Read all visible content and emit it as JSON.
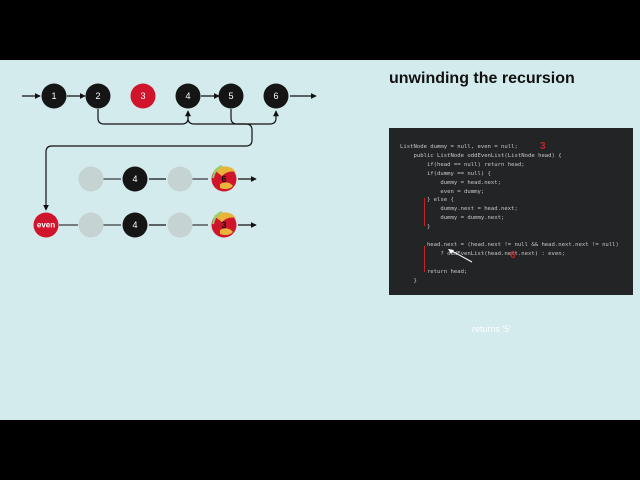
{
  "title": "unwinding the recursion",
  "colors": {
    "background": "#d3ebec",
    "node_dark": "#151515",
    "node_red": "#d0142b",
    "node_faded": "#c6d3d3",
    "code_bg": "#222426",
    "accent": "#c0242c"
  },
  "top_list": {
    "nodes": [
      {
        "label": "1",
        "color": "dark"
      },
      {
        "label": "2",
        "color": "dark"
      },
      {
        "label": "3",
        "color": "red"
      },
      {
        "label": "4",
        "color": "dark"
      },
      {
        "label": "5",
        "color": "dark"
      },
      {
        "label": "6",
        "color": "dark"
      }
    ]
  },
  "odd_row": {
    "label": "",
    "nodes": [
      {
        "label": "4",
        "color": "dark"
      }
    ],
    "highlight_label": "6"
  },
  "even_row": {
    "label": "even",
    "nodes": [
      {
        "label": "4",
        "color": "dark"
      }
    ],
    "highlight_label": "3"
  },
  "code": {
    "lines": [
      "ListNode dummy = null, even = null;",
      "    public ListNode oddEvenList(ListNode head) {",
      "        if(head == null) return head;",
      "        if(dummy == null) {",
      "            dummy = head.next;",
      "            even = dummy;",
      "        } else {",
      "            dummy.next = head.next;",
      "            dummy = dummy.next;",
      "        }",
      "",
      "        head.next = (head.next != null && head.next.next != null)",
      "            ? oddEvenList(head.next.next) : even;",
      "",
      "        return head;",
      "    }"
    ],
    "annotation_param": "3",
    "annotation_call": "6",
    "returns_label": "returns '5'"
  }
}
